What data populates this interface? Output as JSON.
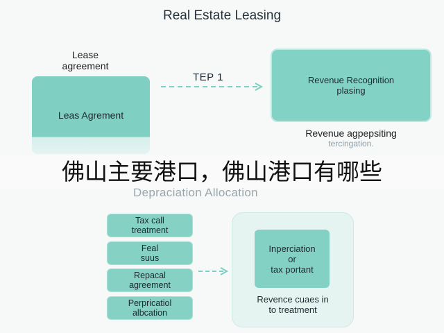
{
  "title": "Real Estate Leasing",
  "lease": {
    "caption": "Lease\nagreement",
    "box_label": "Leas Agrement"
  },
  "step_label": "TEP 1",
  "revenue": {
    "box_label": "Revenue Recognition\nplasing",
    "caption": "Revenue agpepsiting",
    "caption_sub": "tercingation."
  },
  "overlay_text": "佛山主要港口，佛山港口有哪些",
  "section2_title": "Depraciation Allocation",
  "left_boxes": [
    {
      "label": "Tax call\ntreatment"
    },
    {
      "label": "Feal\nsuus"
    },
    {
      "label": "Repacal\nagreement"
    },
    {
      "label": "Perpricatiol\nalbcation"
    }
  ],
  "right_group": {
    "inner_label": "Inperciation\nor\ntax portant",
    "caption": "Revence cuaes in\nto treatment"
  },
  "colors": {
    "teal_box": "#82d3c6",
    "teal_light": "#e6f4f1",
    "arrow": "#7ccfc2",
    "background": "#f7f8f8"
  }
}
